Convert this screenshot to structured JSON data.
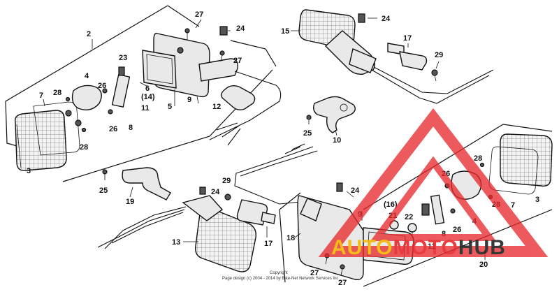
{
  "diagram": {
    "callouts": {
      "c2": "2",
      "c3_left": "3",
      "c4_left": "4",
      "c5": "5",
      "c6": "6",
      "c7_left": "7",
      "c8_left": "8",
      "c9_top": "9",
      "c11_left": "11",
      "c12": "12",
      "c14": "(14)",
      "c23": "23",
      "c26_a": "26",
      "c26_b": "26",
      "c27_a": "27",
      "c27_b": "27",
      "c24_a": "24",
      "c28_a": "28",
      "c28_b": "28",
      "c15": "15",
      "c24_b": "24",
      "c17_top": "17",
      "c29_top": "29",
      "c25_top": "25",
      "c10": "10",
      "c25_mid": "25",
      "c19": "19",
      "c29_mid": "29",
      "c24_c": "24",
      "c13": "13",
      "c17_mid": "17",
      "c18": "18",
      "c24_d": "24",
      "c9_bot": "9",
      "c16": "(16)",
      "c21": "21",
      "c22": "22",
      "c11_right": "11",
      "c8_right": "8",
      "c26_c": "26",
      "c26_d": "26",
      "c4_right": "4",
      "c28_c": "28",
      "c28_d": "28",
      "c7_right": "7",
      "c3_right": "3",
      "c20": "20",
      "c27_c": "27",
      "c27_d": "27"
    },
    "copyright_line1": "Copyright",
    "copyright_line2": "Page design (c) 2004 - 2014 by Bike-Net Network Services Inc"
  },
  "watermark": {
    "text_part1": "AUTO",
    "text_part2": "MOTO",
    "text_part3": "HUB",
    "color_red": "#e8282b",
    "color_yellow": "#f5b800",
    "color_dark": "#222222"
  }
}
